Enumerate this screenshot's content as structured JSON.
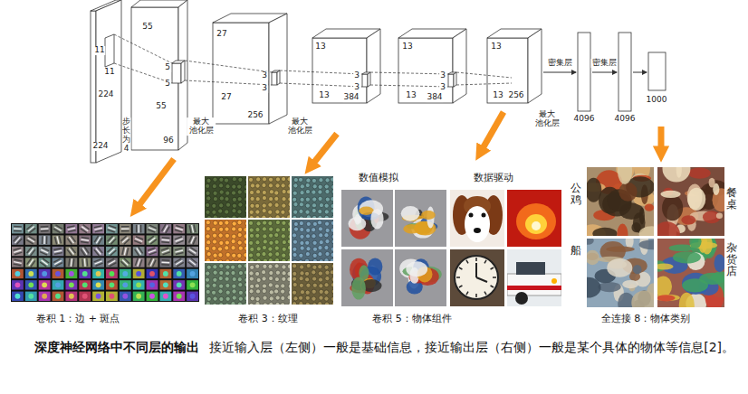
{
  "diagram": {
    "title": "深度神经网络中不同层的输出",
    "caption": "接近输入层（左侧）一般是基础信息，接近输出层（右侧）一般是某个具体的物体等信息[2]。",
    "nodes": [
      {
        "text": [
          "卷积 1：边 + 斑点"
        ]
      },
      {
        "text": [
          "卷积 3：纹理"
        ]
      },
      {
        "text": [
          "数值模拟",
          "数据驱动",
          "卷积 5：物体组件"
        ]
      },
      {
        "text": [
          "公鸡",
          "餐桌",
          "船",
          "杂货店",
          "全连接 8：物体类别"
        ]
      }
    ],
    "labels": [
      "11",
      "11",
      "224",
      "224",
      "步长为4",
      "55",
      "5",
      "5",
      "55",
      "96",
      "最大 池化层",
      "27",
      "3",
      "3",
      "27",
      "256",
      "最大 池化层",
      "13",
      "3",
      "3",
      "13",
      "384",
      "13",
      "3",
      "3",
      "13",
      "384",
      "13",
      "13",
      "256",
      "最大 池化层",
      "密集层",
      "4096",
      "密集层",
      "4096",
      "1000"
    ]
  }
}
